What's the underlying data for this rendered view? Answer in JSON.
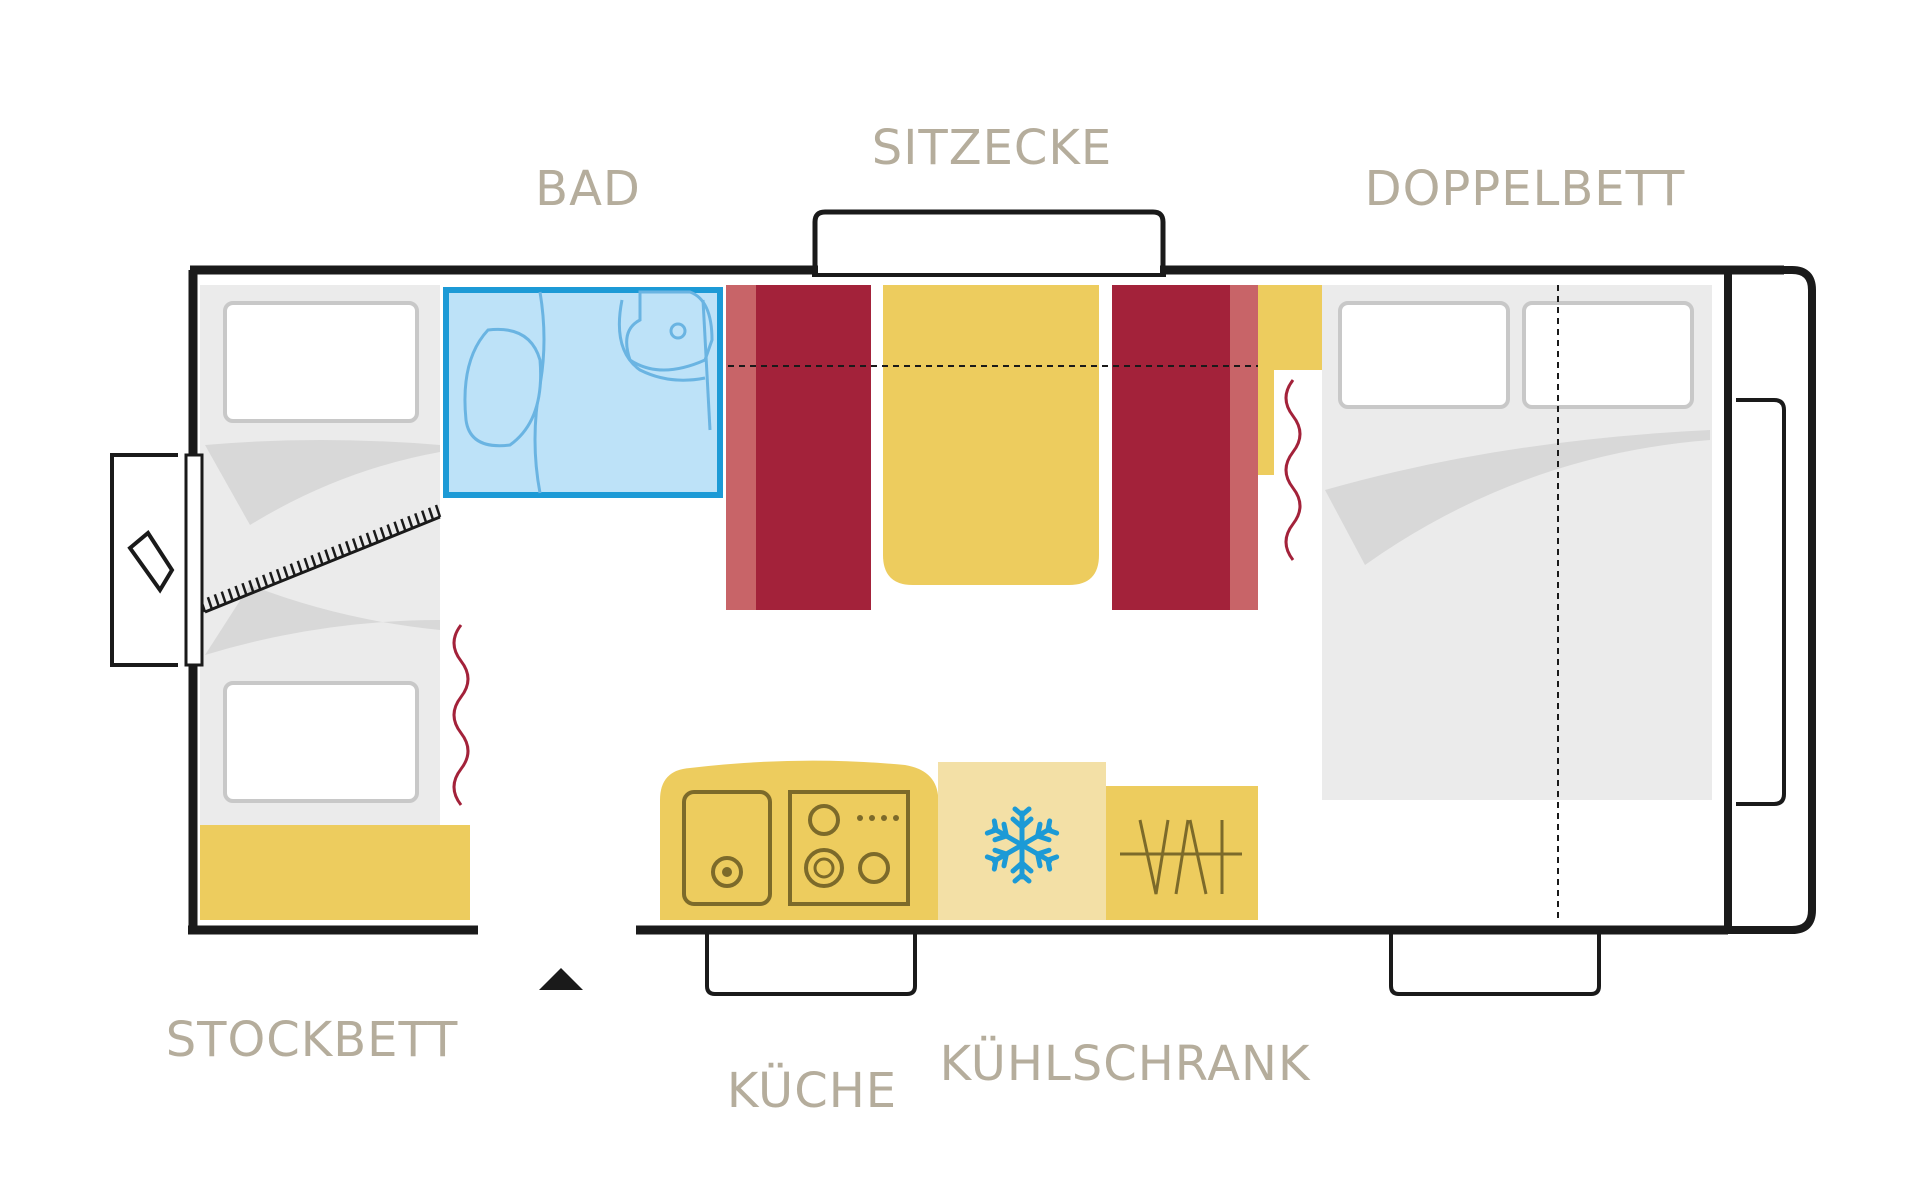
{
  "labels": {
    "bad": "BAD",
    "sitzecke": "SITZECKE",
    "doppelbett": "DOPPELBETT",
    "stockbett": "STOCKBETT",
    "kueche": "KÜCHE",
    "kuehlschrank": "KÜHLSCHRANK"
  },
  "colors": {
    "wall": "#1a1a1a",
    "label": "#b5ad9c",
    "bed": "#ebebeb",
    "pillow": "#ffffff",
    "pillow_border": "#c8c8c8",
    "bath_fill": "#bde2f8",
    "bath_border": "#1c9ad6",
    "bench_red": "#a3223a",
    "bench_back": "#c86468",
    "yellow": "#edcc5e",
    "fridge": "#f3e0a6",
    "fridge_icon": "#1c9ad6",
    "heater": "#a3223a",
    "line_grey": "#c8c8c8"
  },
  "icons": [
    "snowflake-icon",
    "sink-icon",
    "stove-icon",
    "shelf-icon",
    "heater-icon",
    "entrance-arrow-icon",
    "ladder-icon"
  ]
}
